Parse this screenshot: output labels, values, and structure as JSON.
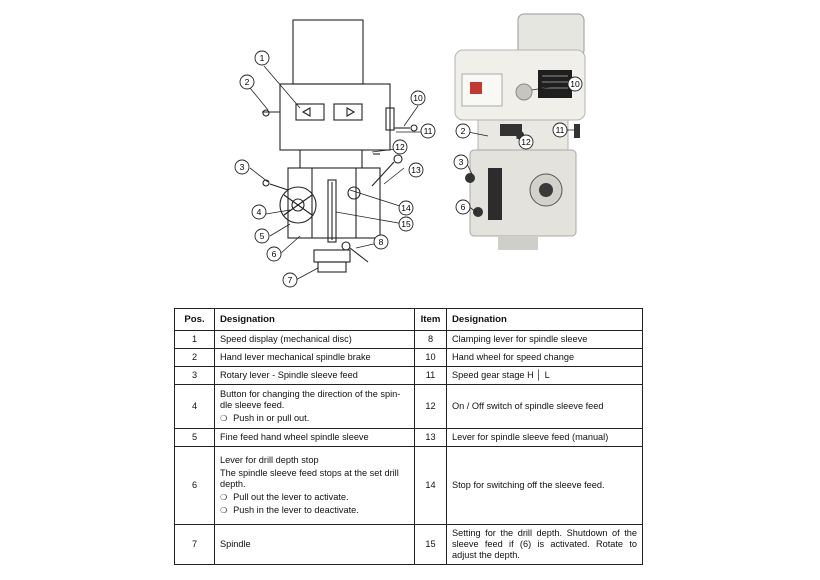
{
  "figures": {
    "left_callouts": [
      "1",
      "2",
      "3",
      "4",
      "5",
      "6",
      "7",
      "8",
      "10",
      "11",
      "12",
      "13",
      "14",
      "15"
    ],
    "right_callouts": [
      "2",
      "3",
      "6",
      "10",
      "11",
      "12"
    ]
  },
  "table": {
    "headers": [
      "Pos.",
      "Designation",
      "Item",
      "Designation"
    ],
    "rows": [
      {
        "left_pos": "1",
        "left": "Speed display (mechanical disc)",
        "right_pos": "8",
        "right": "Clamping lever for spindle sleeve"
      },
      {
        "left_pos": "2",
        "left": "Hand lever mechanical spindle brake",
        "right_pos": "10",
        "right": "Hand wheel for speed change"
      },
      {
        "left_pos": "3",
        "left": "Rotary lever - Spindle sleeve feed",
        "right_pos": "11",
        "right": "Speed gear stage H │ L"
      },
      {
        "left_pos": "4",
        "left": "Button for changing the direction of the spin-dle sleeve feed.",
        "left_bullets": [
          "Push in or pull out."
        ],
        "right_pos": "12",
        "right": "On / Off switch of spindle sleeve feed"
      },
      {
        "left_pos": "5",
        "left": "Fine feed hand wheel spindle sleeve",
        "right_pos": "13",
        "right": "Lever for spindle sleeve feed (manual)"
      },
      {
        "left_pos": "6",
        "left": "Lever for drill depth stop",
        "left_extra": "The spindle sleeve feed stops at the set drill depth.",
        "left_bullets": [
          "Pull out the lever to activate.",
          "Push in the lever to deactivate."
        ],
        "right_pos": "14",
        "right": "Stop for switching off the sleeve feed."
      },
      {
        "left_pos": "7",
        "left": "Spindle",
        "right_pos": "15",
        "right": "Setting for the drill depth. Shutdown of the sleeve feed if (6) is activated. Rotate to adjust the depth."
      }
    ]
  }
}
